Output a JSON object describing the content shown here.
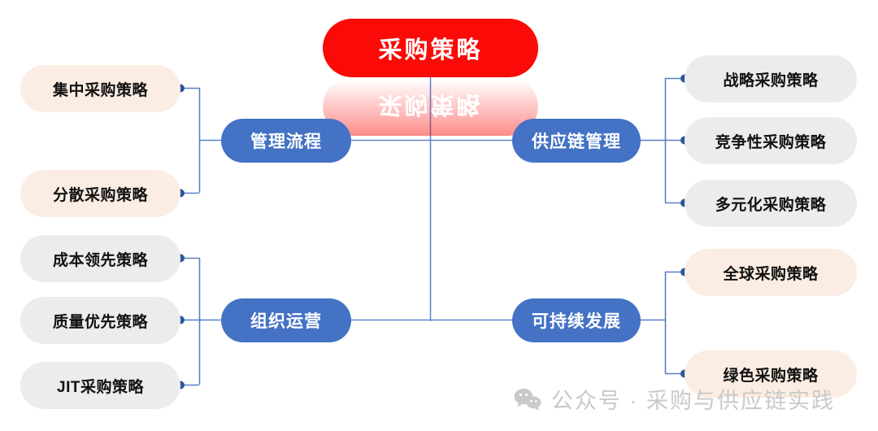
{
  "diagram": {
    "title": "采购策略",
    "root": {
      "label": "采购策略",
      "color": "#FB0A07"
    },
    "branches": [
      {
        "id": "management-process",
        "label": "管理流程",
        "color": "#4472C4",
        "side": "left",
        "leaves": [
          {
            "label": "集中采购策略",
            "style": "peach",
            "color": "#FBEDE3"
          },
          {
            "label": "分散采购策略",
            "style": "peach",
            "color": "#FBEDE3"
          }
        ]
      },
      {
        "id": "supply-chain-management",
        "label": "供应链管理",
        "color": "#4472C4",
        "side": "right",
        "leaves": [
          {
            "label": "战略采购策略",
            "style": "gray",
            "color": "#EBECED"
          },
          {
            "label": "竞争性采购策略",
            "style": "gray",
            "color": "#EBECED"
          },
          {
            "label": "多元化采购策略",
            "style": "gray",
            "color": "#EBECED"
          }
        ]
      },
      {
        "id": "organizational-operations",
        "label": "组织运营",
        "color": "#4472C4",
        "side": "left",
        "leaves": [
          {
            "label": "成本领先策略",
            "style": "gray",
            "color": "#EBECED"
          },
          {
            "label": "质量优先策略",
            "style": "gray",
            "color": "#EBECED"
          },
          {
            "label": "JIT采购策略",
            "style": "gray",
            "color": "#EBECED"
          }
        ]
      },
      {
        "id": "sustainable-development",
        "label": "可持续发展",
        "color": "#4472C4",
        "side": "right",
        "leaves": [
          {
            "label": "全球采购策略",
            "style": "peach",
            "color": "#FBEDE3"
          },
          {
            "label": "绿色采购策略",
            "style": "peach",
            "color": "#FBEDE3"
          }
        ]
      }
    ],
    "connector_color": "#4472C4"
  },
  "watermark": {
    "icon": "wechat-icon",
    "text": "公众号 · 采购与供应链实践",
    "color": "#C9C9C9"
  }
}
